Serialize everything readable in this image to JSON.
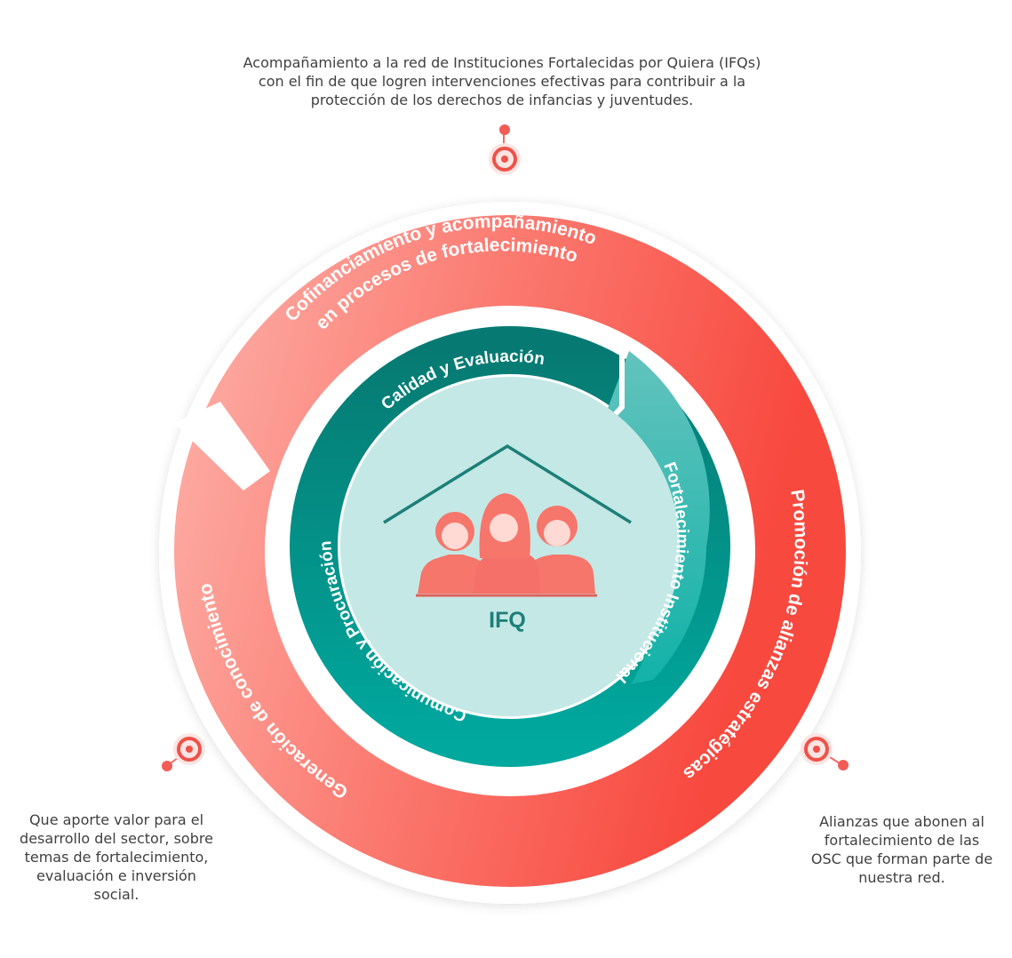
{
  "top_caption": {
    "line1": "Acompañamiento a la red de Instituciones Fortalecidas por Quiera (IFQs)",
    "line2": "con el fin de que logren intervenciones efectivas para contribuir a la",
    "line3": "protección de los derechos de infancias y juventudes."
  },
  "left_caption": {
    "line1": "Que aporte valor para el",
    "line2": "desarrollo del sector, sobre",
    "line3": "temas de fortalecimiento,",
    "line4": "evaluación e inversión",
    "line5": "social."
  },
  "right_caption": {
    "line1": "Alianzas que abonen al",
    "line2": "fortalecimiento de las",
    "line3": "OSC que forman parte de",
    "line4": "nuestra red."
  },
  "outer_ring": {
    "top_line1": "Cofinanciamiento y acompañamiento",
    "top_line2": "en procesos de fortalecimiento",
    "right": "Promoción de alianzas estratégicas",
    "left": "Generación de conocimiento"
  },
  "inner_ring": {
    "top": "Calidad y Evaluación",
    "right": "Fortalecimiento Institucional",
    "left": "Comunicación y Procuración"
  },
  "center": {
    "label": "IFQ",
    "icon": "house-with-three-people-icon"
  },
  "colors": {
    "coral": "#f8564b",
    "coral_light": "#fca39a",
    "teal_dark": "#067d75",
    "teal_light": "#5fc3bd",
    "center_bg": "#c4e8e5",
    "people": "#f6766b",
    "text": "#3f3f3f"
  },
  "icons": [
    "target-node-icon-top",
    "target-node-icon-left",
    "target-node-icon-right"
  ]
}
